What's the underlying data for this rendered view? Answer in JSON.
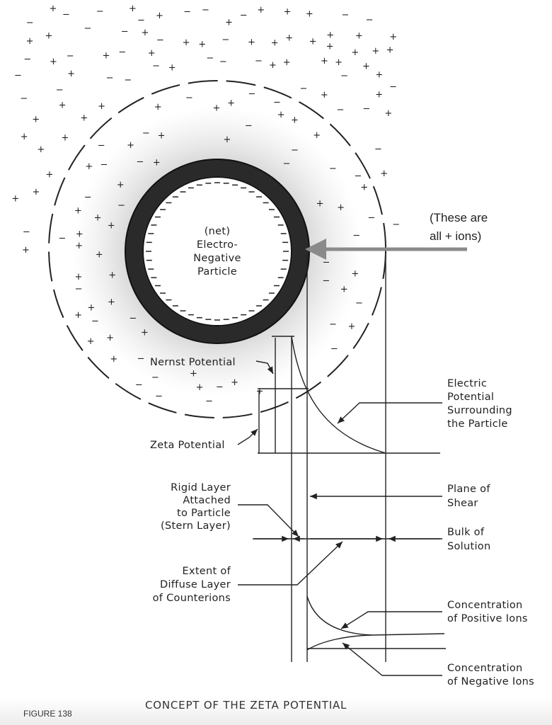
{
  "figure": {
    "number_label": "FIGURE 138",
    "title": "CONCEPT OF THE ZETA POTENTIAL"
  },
  "particle": {
    "lines": [
      "(net)",
      "Electro-",
      "Negative",
      "Particle"
    ]
  },
  "annotation": {
    "lines": [
      "(These are",
      "all + ions)"
    ],
    "arrow_color": "#8a8a8a"
  },
  "labels": {
    "nernst": "Nernst Potential",
    "zeta": "Zeta Potential",
    "electric": [
      "Electric",
      "Potential",
      "Surrounding",
      "the Particle"
    ],
    "shear": [
      "Plane of",
      "Shear"
    ],
    "rigid": [
      "Rigid Layer",
      "Attached",
      "to Particle",
      "(Stern Layer)"
    ],
    "bulk": [
      "Bulk of",
      "Solution"
    ],
    "diffuse": [
      "Extent of",
      "Diffuse Layer",
      "of Counterions"
    ],
    "pos_conc": [
      "Concentration",
      "of Positive Ions"
    ],
    "neg_conc": [
      "Concentration",
      "of Negative Ions"
    ]
  }
}
